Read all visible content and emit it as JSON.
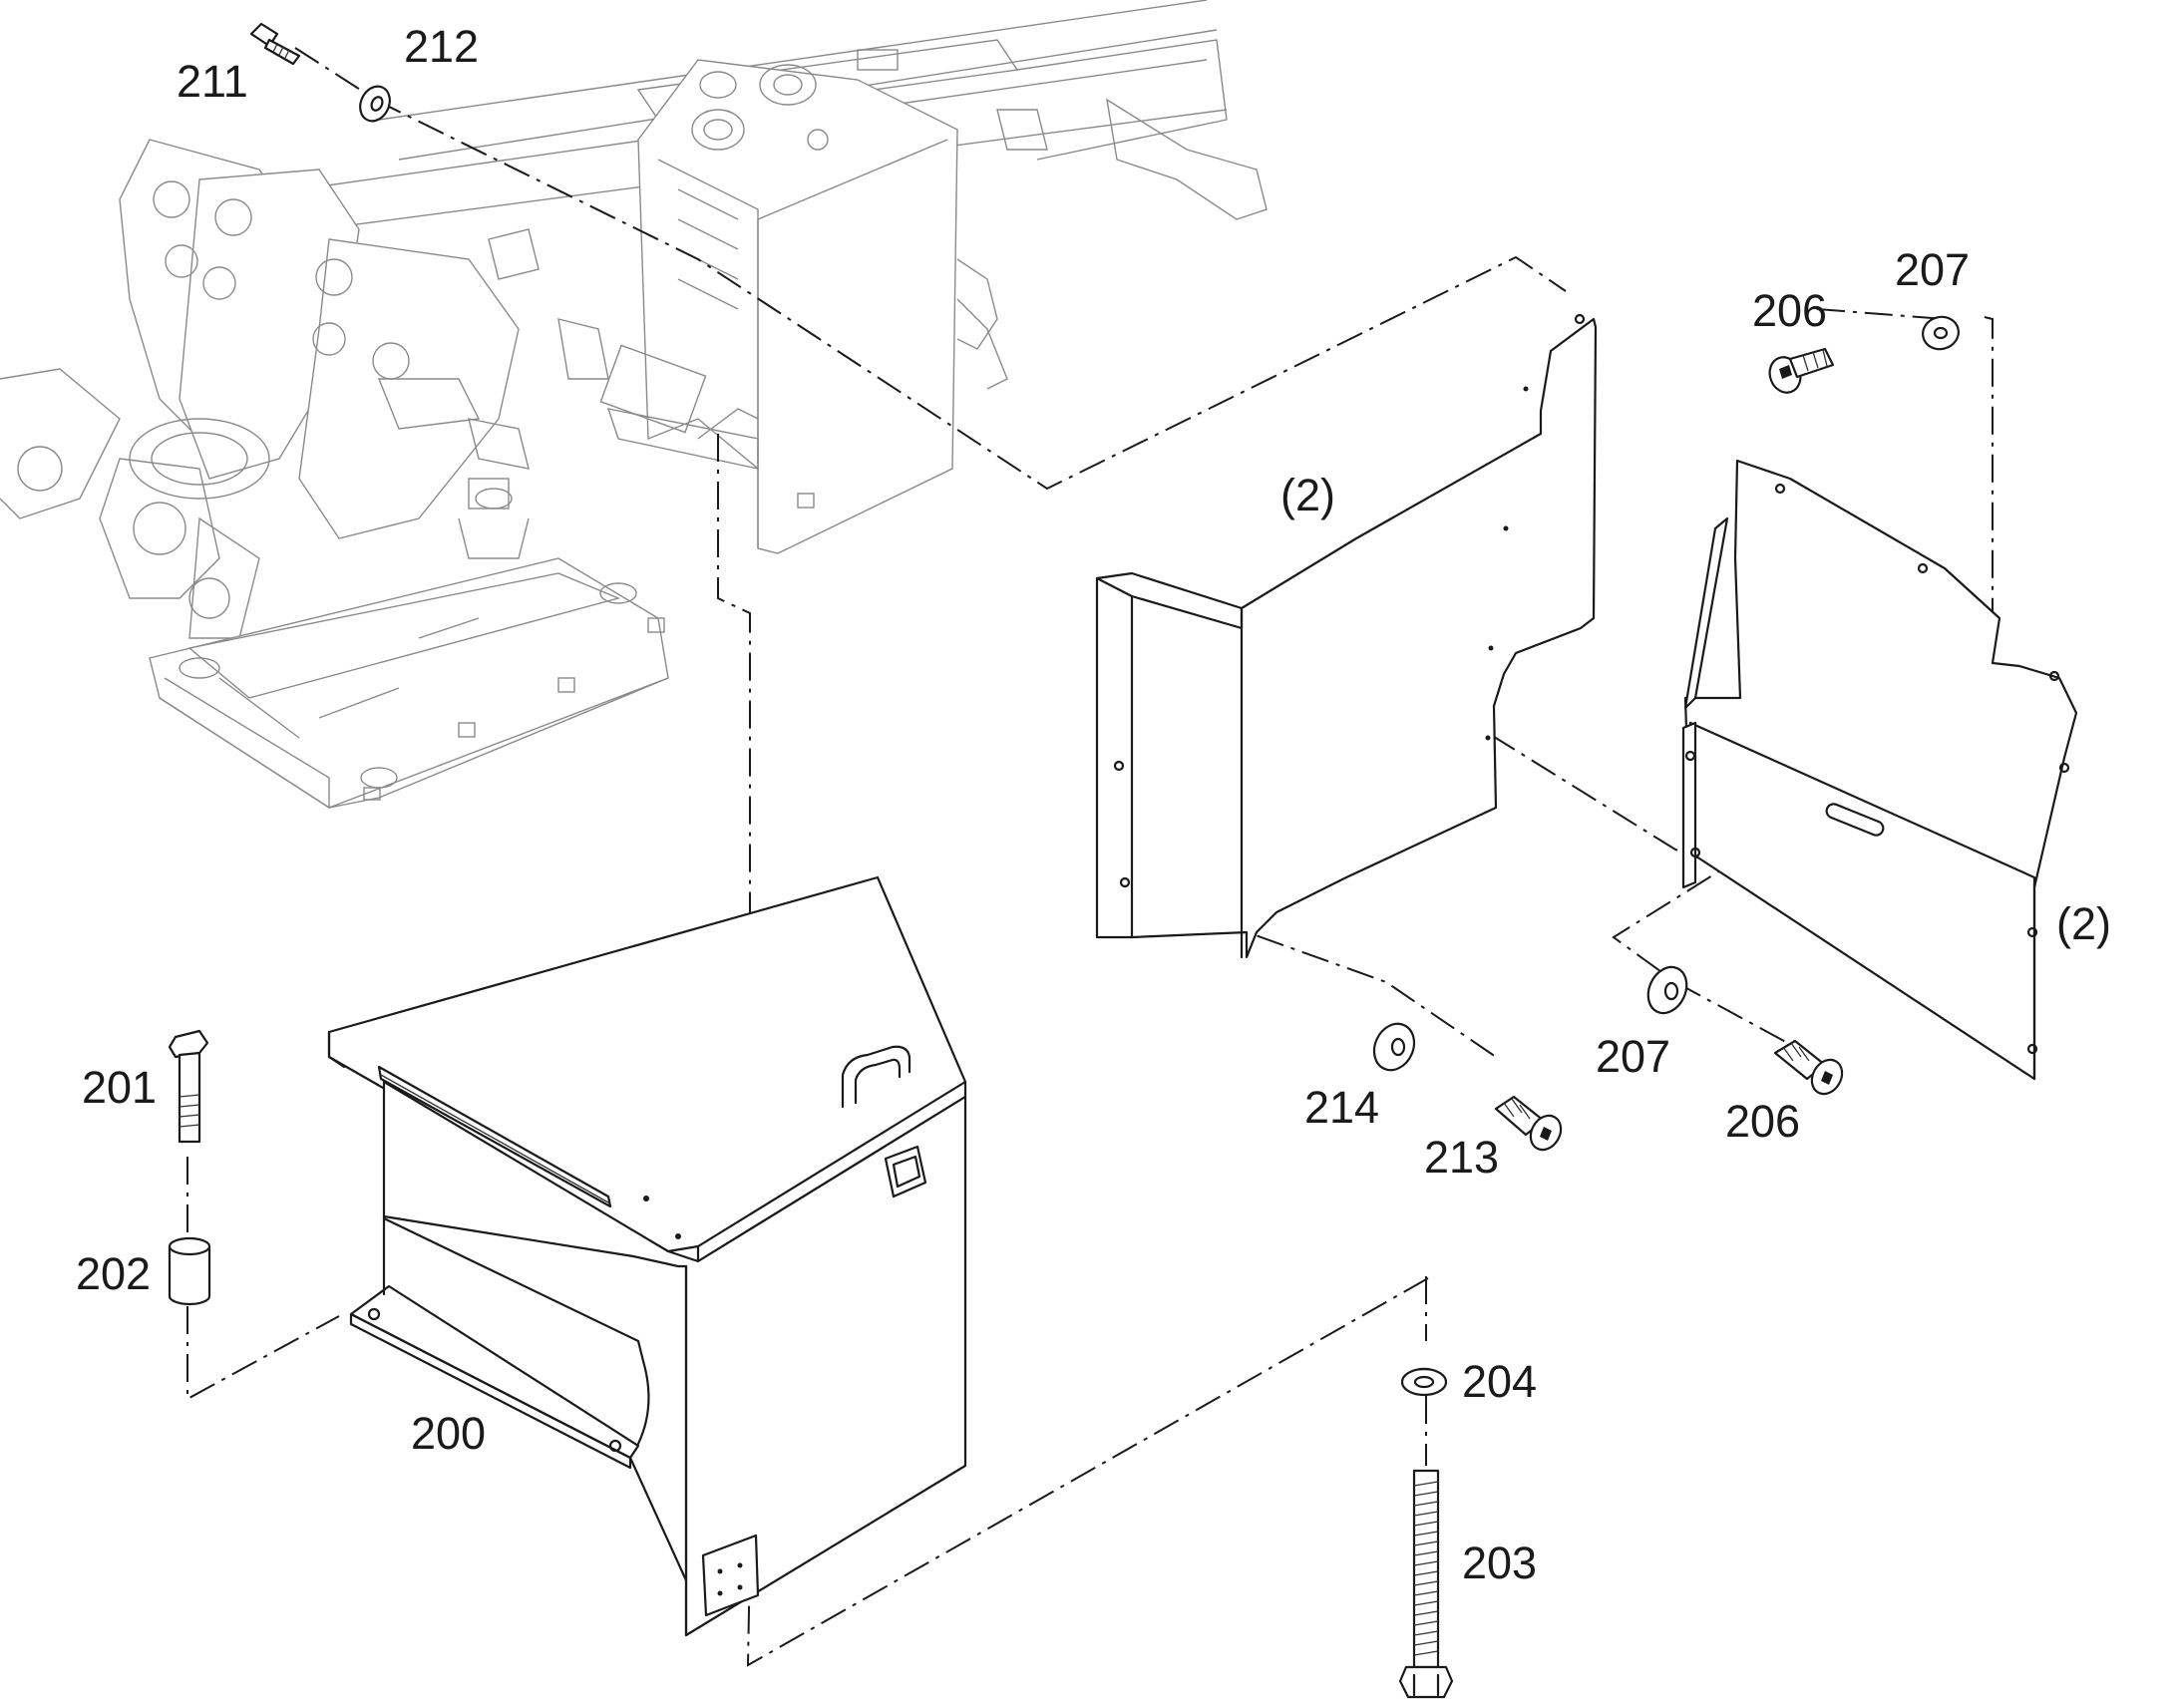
{
  "labels": {
    "p200": "200",
    "p201": "201",
    "p202": "202",
    "p203": "203",
    "p204": "204",
    "p206_top": "206",
    "p206_bottom": "206",
    "p207_top": "207",
    "p207_bottom": "207",
    "p211": "211",
    "p212": "212",
    "p213": "213",
    "p214": "214",
    "qty_left": "(2)",
    "qty_right": "(2)"
  }
}
